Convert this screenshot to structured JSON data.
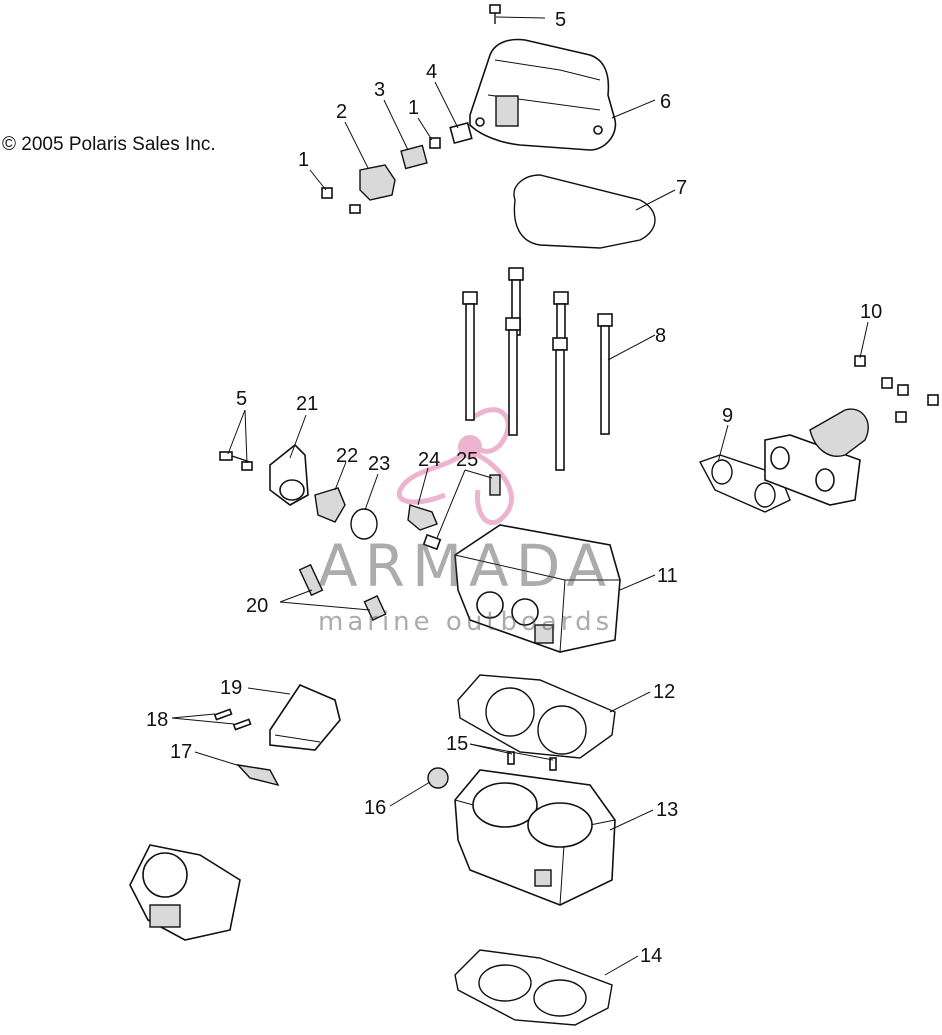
{
  "copyright": "© 2005 Polaris Sales Inc.",
  "watermark": {
    "brand": "ARMADA",
    "tagline": "marine outboards"
  },
  "callouts": [
    "1",
    "1",
    "2",
    "3",
    "4",
    "5",
    "5",
    "6",
    "7",
    "8",
    "9",
    "10",
    "11",
    "12",
    "13",
    "14",
    "15",
    "16",
    "17",
    "18",
    "19",
    "20",
    "21",
    "22",
    "23",
    "24",
    "25"
  ],
  "colors": {
    "line": "#111111",
    "fill": "#ffffff",
    "shade": "#d9d9d9",
    "watermark_logo": "#e89bbf"
  }
}
